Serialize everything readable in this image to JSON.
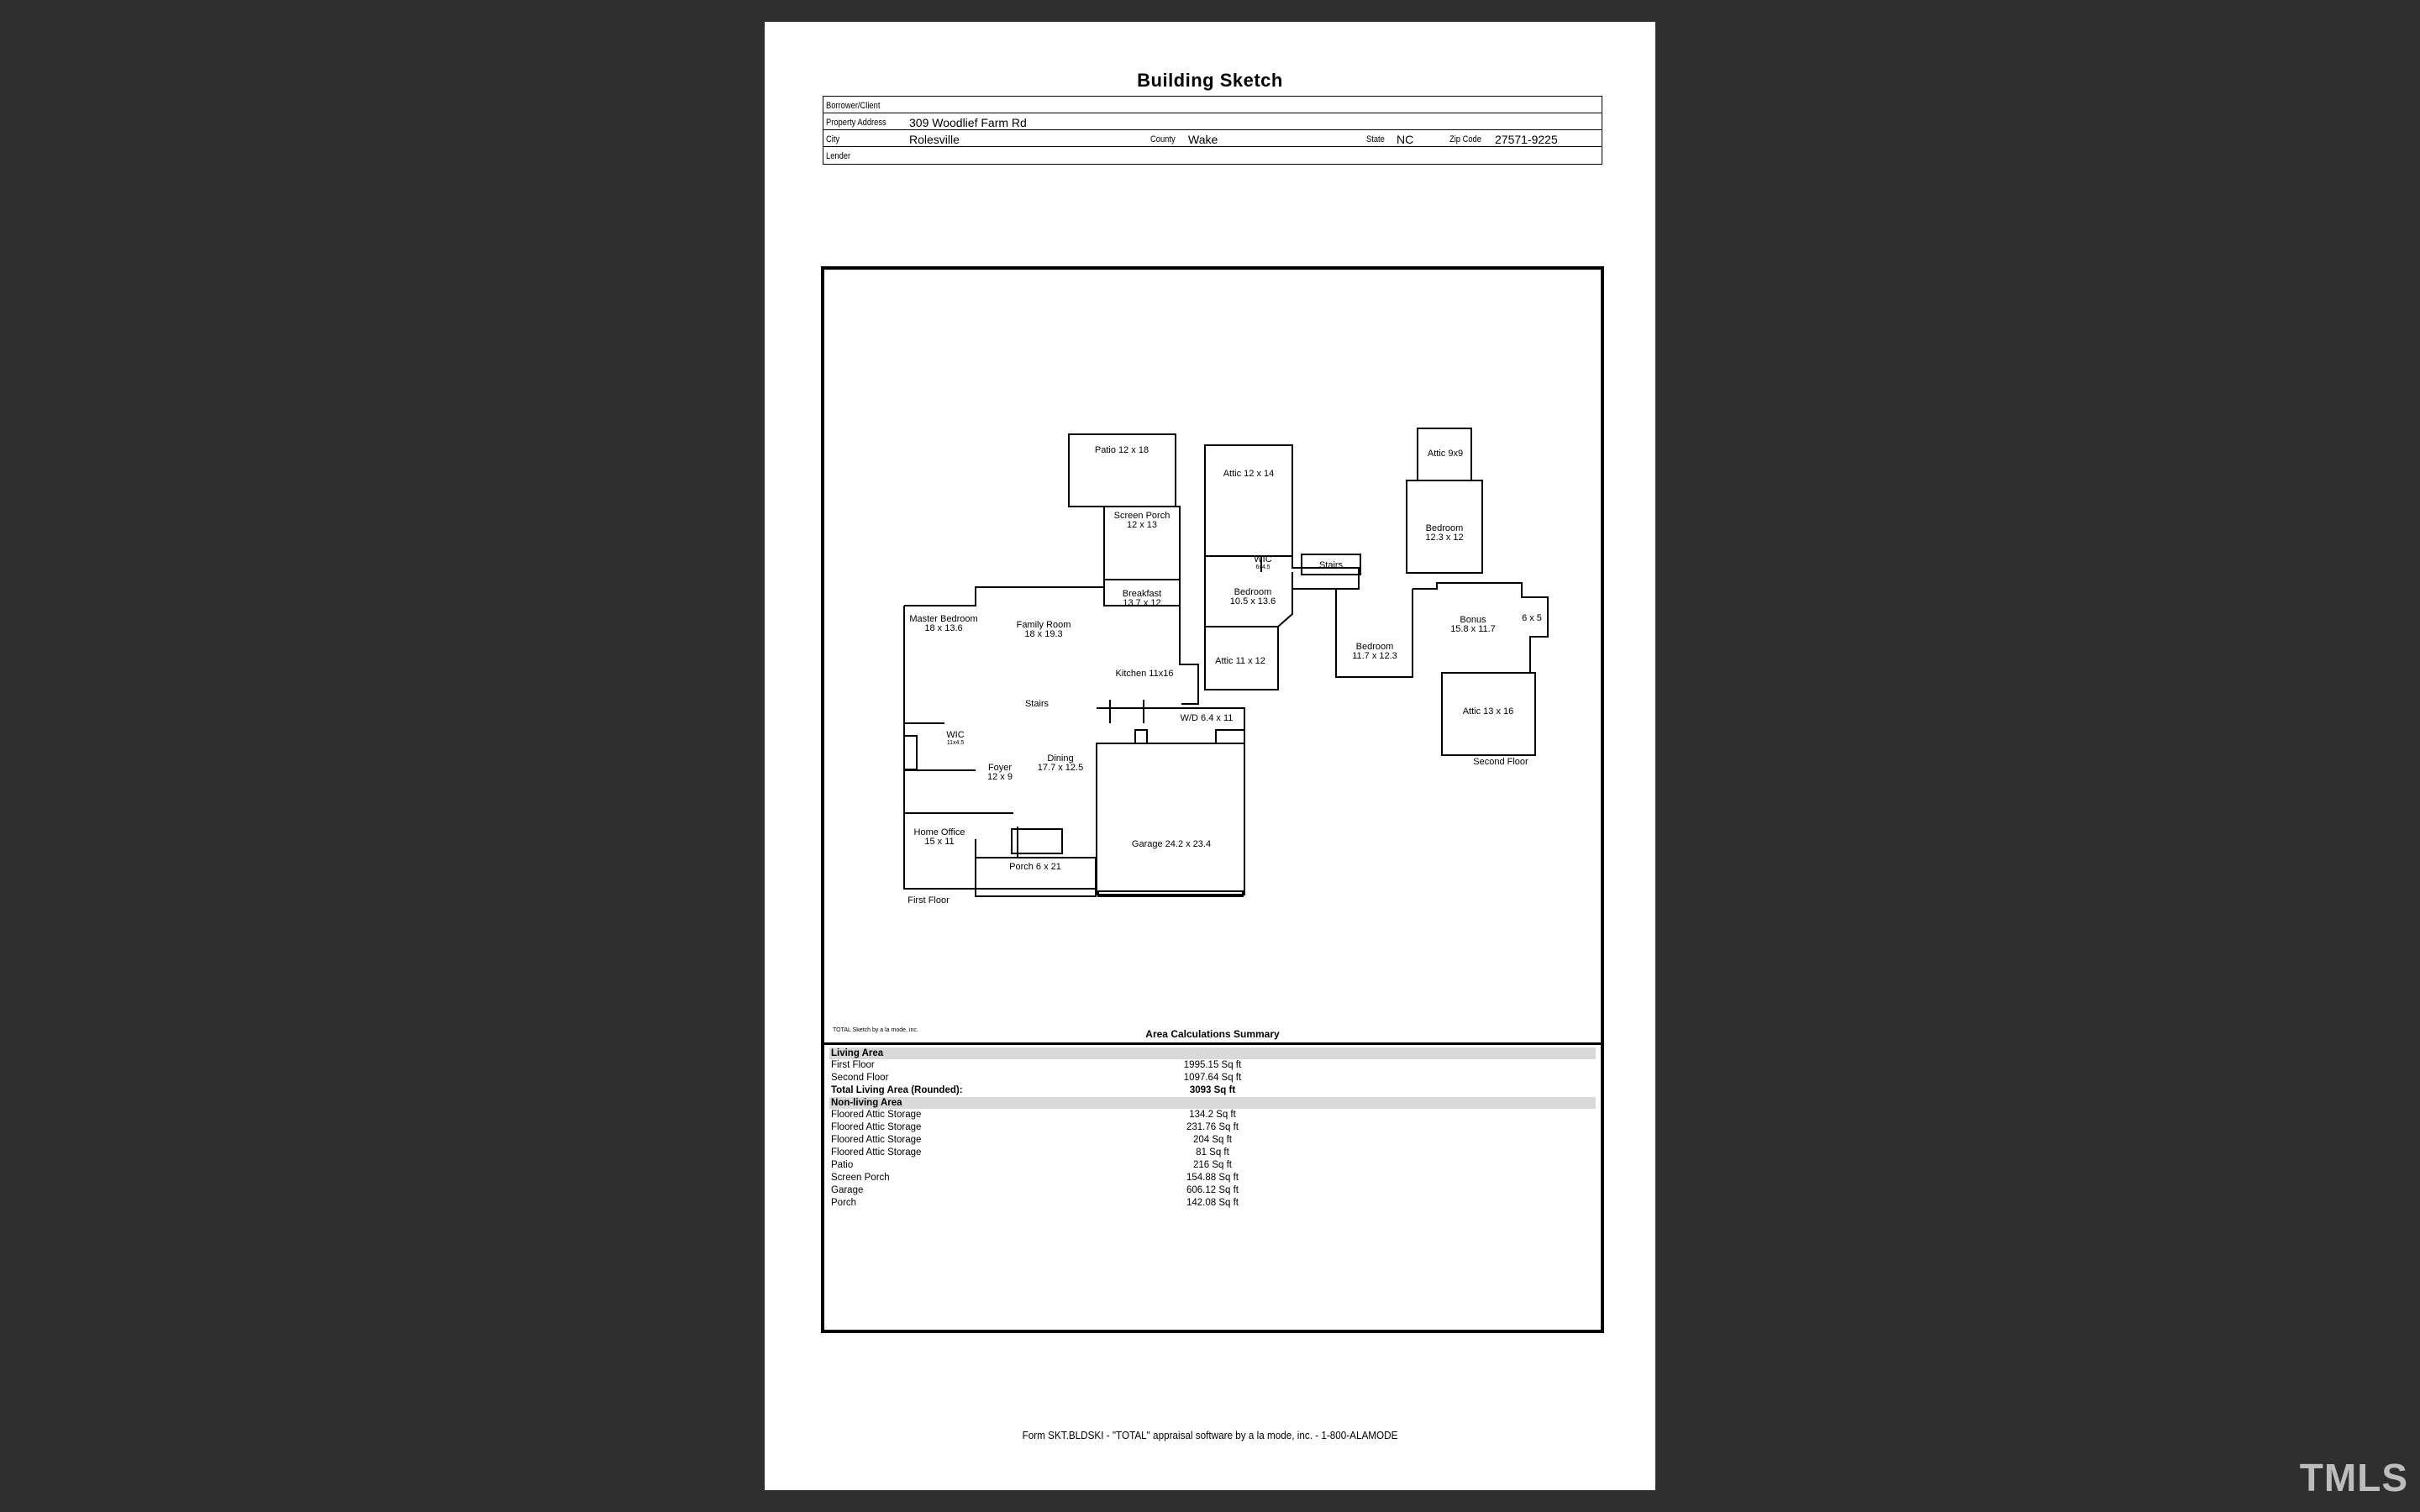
{
  "page": {
    "title": "Building Sketch",
    "footer": "Form SKT.BLDSKI - \"TOTAL\" appraisal software by a la mode, inc. - 1-800-ALAMODE"
  },
  "header": {
    "borrower_label": "Borrower/Client",
    "borrower_value": "",
    "address_label": "Property Address",
    "address_value": "309 Woodlief Farm Rd",
    "city_label": "City",
    "city_value": "Rolesville",
    "county_label": "County",
    "county_value": "Wake",
    "state_label": "State",
    "state_value": "NC",
    "zip_label": "Zip Code",
    "zip_value": "27571-9225",
    "lender_label": "Lender",
    "lender_value": ""
  },
  "sketch": {
    "credit": "TOTAL Sketch by a la mode, inc.",
    "rooms": {
      "patio": "Patio 12 x 18",
      "screen_porch_1": "Screen Porch",
      "screen_porch_2": "12 x 13",
      "breakfast_1": "Breakfast",
      "breakfast_2": "13.7 x 12",
      "master_1": "Master Bedroom",
      "master_2": "18 x 13.6",
      "family_1": "Family Room",
      "family_2": "18 x 19.3",
      "kitchen": "Kitchen 11x16",
      "stairs_1": "Stairs",
      "wic1_1": "WIC",
      "wic1_2": "11x4.5",
      "wd": "W/D 6.4 x 11",
      "foyer_1": "Foyer",
      "foyer_2": "12 x 9",
      "dining_1": "Dining",
      "dining_2": "17.7 x 12.5",
      "office_1": "Home Office",
      "office_2": "15 x 11",
      "porch": "Porch 6 x 21",
      "garage": "Garage 24.2 x 23.4",
      "first_floor": "First Floor",
      "attic1": "Attic 12 x 14",
      "wic2_1": "WIC",
      "wic2_2": "6x4.5",
      "bed1_1": "Bedroom",
      "bed1_2": "10.5 x 13.6",
      "attic2": "Attic 11 x 12",
      "stairs_2": "Stairs",
      "attic3": "Attic 9x9",
      "bed2_1": "Bedroom",
      "bed2_2": "12.3 x 12",
      "bed3_1": "Bedroom",
      "bed3_2": "11.7 x 12.3",
      "bonus_1": "Bonus",
      "bonus_2": "15.8 x 11.7",
      "six_by_five": "6 x 5",
      "attic4": "Attic 13 x 16",
      "second_floor": "Second Floor"
    }
  },
  "area_summary": {
    "title": "Area Calculations Summary",
    "living_label": "Living Area",
    "living": [
      {
        "name": "First Floor",
        "value": "1995.15 Sq ft"
      },
      {
        "name": "Second Floor",
        "value": "1097.64 Sq ft"
      }
    ],
    "total_label": "Total Living Area (Rounded):",
    "total_value": "3093 Sq ft",
    "nonliving_label": "Non-living Area",
    "nonliving": [
      {
        "name": "Floored Attic Storage",
        "value": "134.2 Sq ft"
      },
      {
        "name": "Floored Attic Storage",
        "value": "231.76 Sq ft"
      },
      {
        "name": "Floored Attic Storage",
        "value": "204 Sq ft"
      },
      {
        "name": "Floored Attic Storage",
        "value": "81 Sq ft"
      },
      {
        "name": "Patio",
        "value": "216 Sq ft"
      },
      {
        "name": "Screen Porch",
        "value": "154.88 Sq ft"
      },
      {
        "name": "Garage",
        "value": "606.12 Sq ft"
      },
      {
        "name": "Porch",
        "value": "142.08 Sq ft"
      }
    ]
  },
  "watermark": "TMLS"
}
